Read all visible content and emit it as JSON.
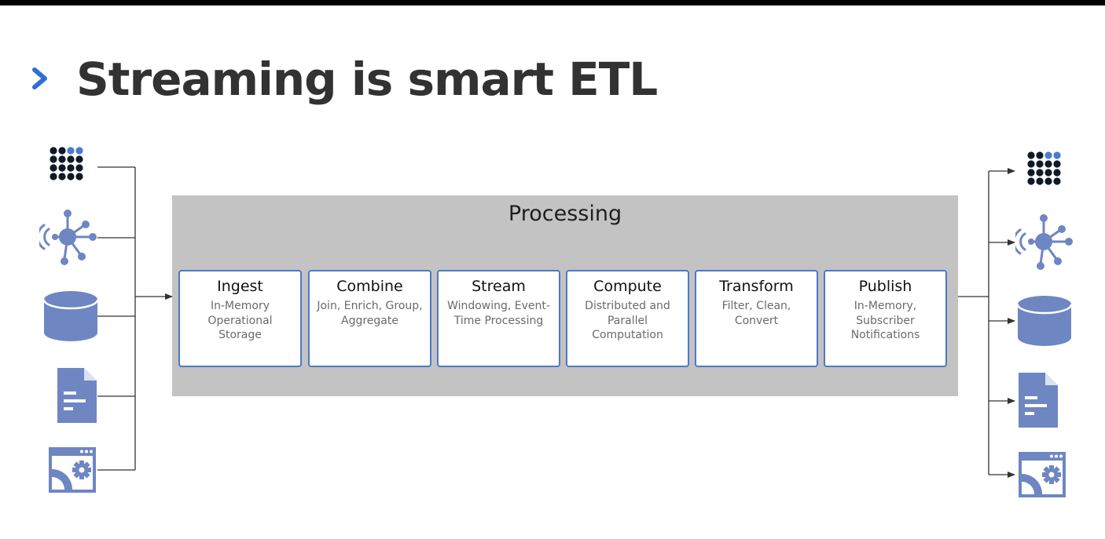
{
  "slide": {
    "title": "Streaming is smart ETL"
  },
  "processing": {
    "label": "Processing",
    "stages": [
      {
        "name": "Ingest",
        "description": "In-Memory Operational Storage"
      },
      {
        "name": "Combine",
        "description": "Join, Enrich, Group, Aggregate"
      },
      {
        "name": "Stream",
        "description": "Windowing, Event-Time Processing"
      },
      {
        "name": "Compute",
        "description": "Distributed and Parallel Computation"
      },
      {
        "name": "Transform",
        "description": "Filter, Clean, Convert"
      },
      {
        "name": "Publish",
        "description": "In-Memory, Subscriber Notifications"
      }
    ]
  },
  "sources": [
    "dot-grid-icon",
    "iot-hub-icon",
    "database-icon",
    "document-icon",
    "app-settings-icon"
  ],
  "sinks": [
    "dot-grid-icon",
    "iot-hub-icon",
    "database-icon",
    "document-icon",
    "app-settings-icon"
  ],
  "colors": {
    "accent_blue": "#4d78c8",
    "icon_blue": "#6e86c2",
    "dark": "#111827",
    "panel_gray": "#c3c3c3"
  }
}
